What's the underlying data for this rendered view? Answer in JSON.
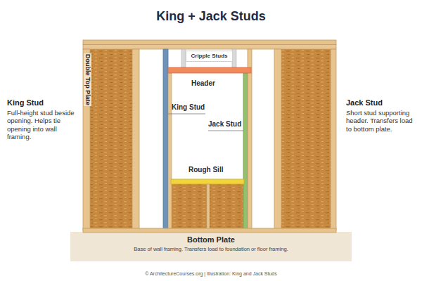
{
  "diagram": {
    "title": "King + Jack Studs",
    "caption": "© ArchitectureCourses.org | Illustration: King and Jack Studs",
    "nodes": [
      {
        "text": [
          "Cripple Studs"
        ]
      },
      {
        "text": [
          "Bottom Plate",
          "Base of wall framing. Transfers load to foundation or floor framing."
        ]
      }
    ],
    "labels": [
      "Double Top Plate",
      "Header",
      "King Stud",
      "Jack Stud",
      "Rough Sill",
      "King Stud",
      "Full-height stud beside opening. Helps tie opening into wall framing.",
      "Jack Stud",
      "Short stud supporting header. Transfers load to bottom plate."
    ]
  }
}
